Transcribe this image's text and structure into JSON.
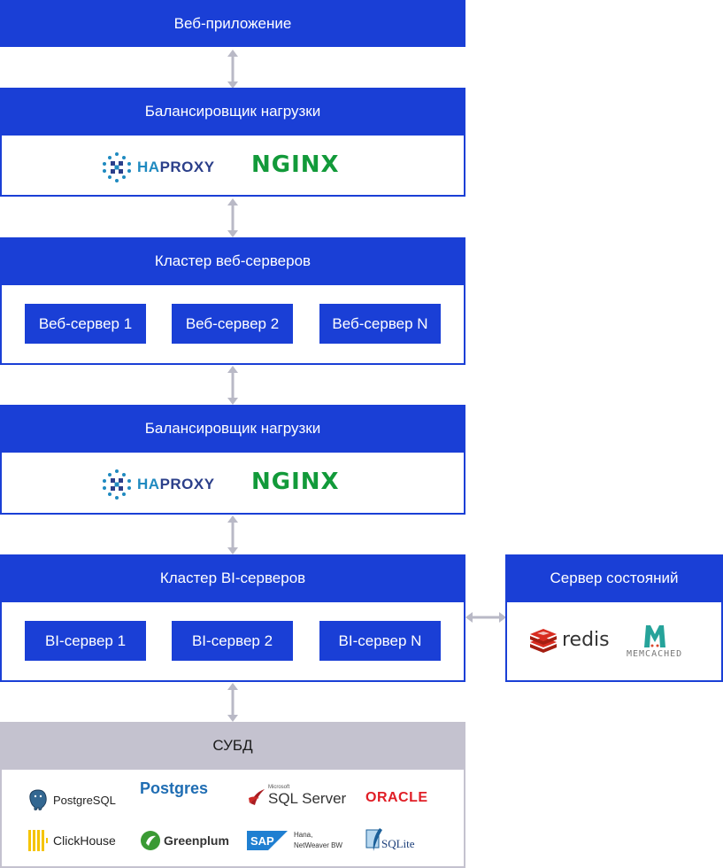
{
  "web_app": {
    "title": "Веб-приложение"
  },
  "lb1": {
    "title": "Балансировщик нагрузки",
    "logos": [
      "HAPROXY",
      "NGINX"
    ]
  },
  "web_cluster": {
    "title": "Кластер веб-серверов",
    "servers": [
      "Веб-сервер 1",
      "Веб-сервер 2",
      "Веб-сервер N"
    ]
  },
  "lb2": {
    "title": "Балансировщик нагрузки",
    "logos": [
      "HAPROXY",
      "NGINX"
    ]
  },
  "bi_cluster": {
    "title": "Кластер BI-серверов",
    "servers": [
      "BI-сервер 1",
      "BI-сервер 2",
      "BI-сервер N"
    ]
  },
  "state_server": {
    "title": "Сервер состояний",
    "logos": [
      "redis",
      "MEMCACHED"
    ]
  },
  "dbms": {
    "title": "СУБД",
    "items": [
      {
        "label": "PostgreSQL",
        "icon": "postgresql-icon"
      },
      {
        "label": "Postgres",
        "icon": "postgres-pro-icon"
      },
      {
        "label": "SQL Server",
        "sub": "Microsoft",
        "icon": "sql-server-icon"
      },
      {
        "label": "ORACLE",
        "icon": "oracle-icon"
      },
      {
        "label": "ClickHouse",
        "icon": "clickhouse-icon"
      },
      {
        "label": "Greenplum",
        "icon": "greenplum-icon"
      },
      {
        "label": "SAP",
        "sub": "Hana,",
        "sub2": "NetWeaver BW",
        "icon": "sap-icon"
      },
      {
        "label": "SQLite",
        "icon": "sqlite-icon"
      }
    ]
  },
  "colors": {
    "primary": "#1a3fd6",
    "dbms_header": "#c4c2cf",
    "arrow": "#b9b9c6",
    "nginx": "#129a3a",
    "oracle": "#e01e26",
    "redis": "#d82c20"
  }
}
